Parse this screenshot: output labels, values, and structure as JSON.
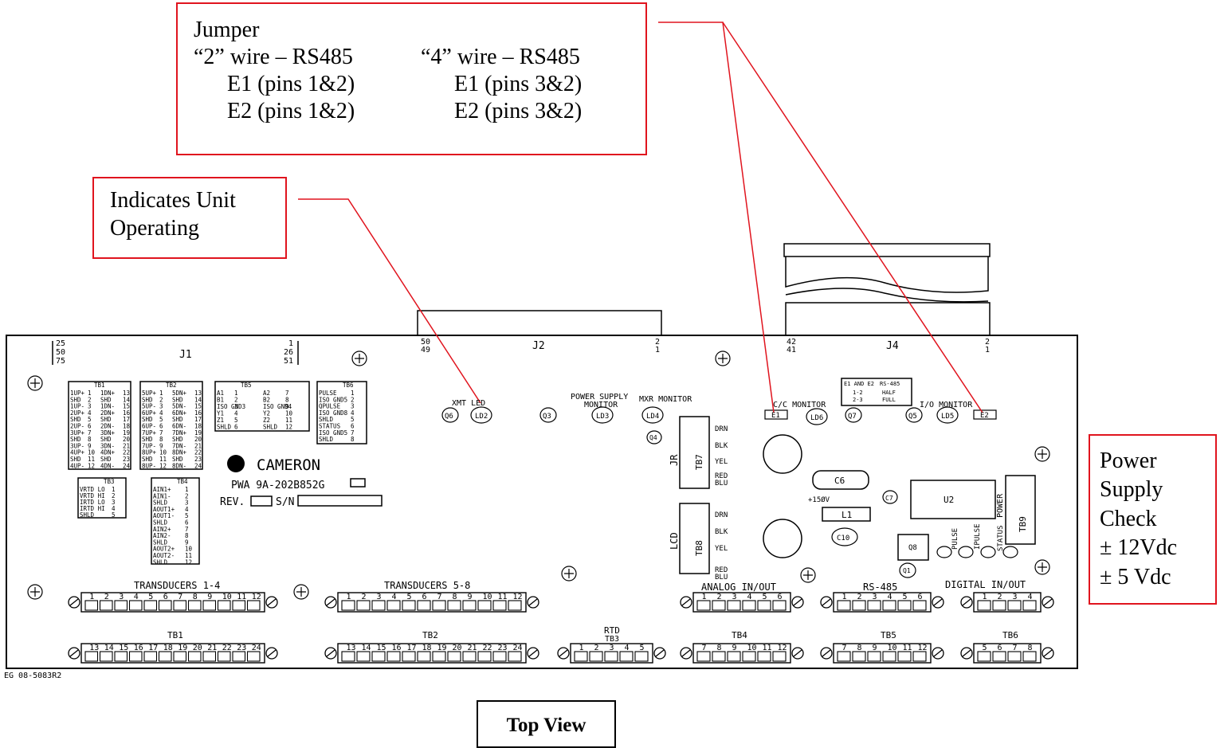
{
  "callouts": {
    "jumper": {
      "title": "Jumper",
      "two_wire": "“2” wire – RS485",
      "four_wire": "“4” wire – RS485",
      "two_e1": "E1 (pins 1&2)",
      "four_e1": "E1 (pins 3&2)",
      "two_e2": "E2 (pins 1&2)",
      "four_e2": "E2 (pins 3&2)"
    },
    "operating": {
      "line1": "Indicates Unit",
      "line2": "Operating"
    },
    "power": {
      "line1": "Power",
      "line2": "Supply",
      "line3": "Check",
      "line4": "± 12Vdc",
      "line5": "± 5 Vdc"
    }
  },
  "caption": "Top View",
  "board": {
    "drawing_number": "EG 08-5083R2",
    "brand": "CAMERON",
    "pwa": "PWA 9A-202B852G",
    "rev": "REV.",
    "sn": "S/N",
    "connectors": {
      "j1": "J1",
      "j2": "J2",
      "j4": "J4",
      "j1_left": [
        "25",
        "50",
        "75"
      ],
      "j1_right": [
        "1",
        "26",
        "51"
      ],
      "j2_left": [
        "50",
        "49"
      ],
      "j2_right": [
        "2",
        "1"
      ],
      "j4_left": [
        "42",
        "41"
      ],
      "j4_right": [
        "2",
        "1"
      ]
    },
    "leds": [
      "XMT LED",
      "POWER SUPPLY",
      "MONITOR",
      "MXR MONITOR",
      "C/C MONITOR",
      "I/O MONITOR"
    ],
    "parts": [
      "Q6",
      "LD2",
      "Q3",
      "LD3",
      "LD4",
      "Q4",
      "E1",
      "LD6",
      "Q7",
      "Q5",
      "LD5",
      "E2",
      "C6",
      "L1",
      "C10",
      "C7",
      "U2",
      "Q8",
      "Q1",
      "TB7",
      "TB8",
      "TB9",
      "JR",
      "LCD",
      "POWER",
      "STATUS",
      "PULSE",
      "IPULSE",
      "+15ØV"
    ],
    "jumper_table": {
      "h1": "E1 AND E2",
      "h2": "RS-485",
      "r1a": "1-2",
      "r1b": "HALF",
      "r2a": "2-3",
      "r2b": "FULL"
    },
    "tb_wires": [
      "DRN",
      "BLK",
      "YEL",
      "RED",
      "BLU"
    ],
    "terminal_groups": {
      "transducers_1_4": "TRANSDUCERS 1-4",
      "transducers_5_8": "TRANSDUCERS 5-8",
      "rtd": "RTD",
      "analog": "ANALOG IN/OUT",
      "rs485": "RS-485",
      "digital": "DIGITAL IN/OUT",
      "tb1": "TB1",
      "tb2": "TB2",
      "tb3": "TB3",
      "tb4": "TB4",
      "tb5": "TB5",
      "tb6": "TB6"
    },
    "tables": {
      "tb1": {
        "title": "TB1",
        "left": [
          "1UP+",
          "SHD",
          "1UP-",
          "2UP+",
          "SHD",
          "2UP-",
          "3UP+",
          "SHD",
          "3UP-",
          "4UP+",
          "SHD",
          "4UP-"
        ],
        "right": [
          "1DN+",
          "SHD",
          "1DN-",
          "2DN+",
          "SHD",
          "2DN-",
          "3DN+",
          "SHD",
          "3DN-",
          "4DN+",
          "SHD",
          "4DN-"
        ]
      },
      "tb2": {
        "title": "TB2",
        "left": [
          "5UP+",
          "SHD",
          "5UP-",
          "6UP+",
          "SHD",
          "6UP-",
          "7UP+",
          "SHD",
          "7UP-",
          "8UP+",
          "SHD",
          "8UP-"
        ],
        "right": [
          "5DN+",
          "SHD",
          "5DN-",
          "6DN+",
          "SHD",
          "6DN-",
          "7DN+",
          "SHD",
          "7DN-",
          "8DN+",
          "SHD",
          "8DN-"
        ]
      },
      "tb3": {
        "title": "TB3",
        "left": [
          "VRTD LO",
          "VRTD HI",
          "IRTD LO",
          "IRTD HI",
          "SHLD"
        ]
      },
      "tb4": {
        "title": "TB4",
        "left": [
          "AIN1+",
          "AIN1-",
          "SHLD",
          "AOUT1+",
          "AOUT1-",
          "SHLD",
          "AIN2+",
          "AIN2-",
          "SHLD",
          "AOUT2+",
          "AOUT2-",
          "SHLD"
        ]
      },
      "tb5": {
        "title": "TB5",
        "left": [
          "A1",
          "B1",
          "ISO GND3",
          "Y1",
          "Z1",
          "SHLD"
        ],
        "right": [
          "A2",
          "B2",
          "ISO GND4",
          "Y2",
          "Z2",
          "SHLD"
        ]
      },
      "tb6": {
        "title": "TB6",
        "left": [
          "PULSE",
          "ISO GND5",
          "QPULSE",
          "ISO GND8",
          "SHLD",
          "STATUS",
          "ISO GND5",
          "SHLD"
        ]
      }
    }
  }
}
